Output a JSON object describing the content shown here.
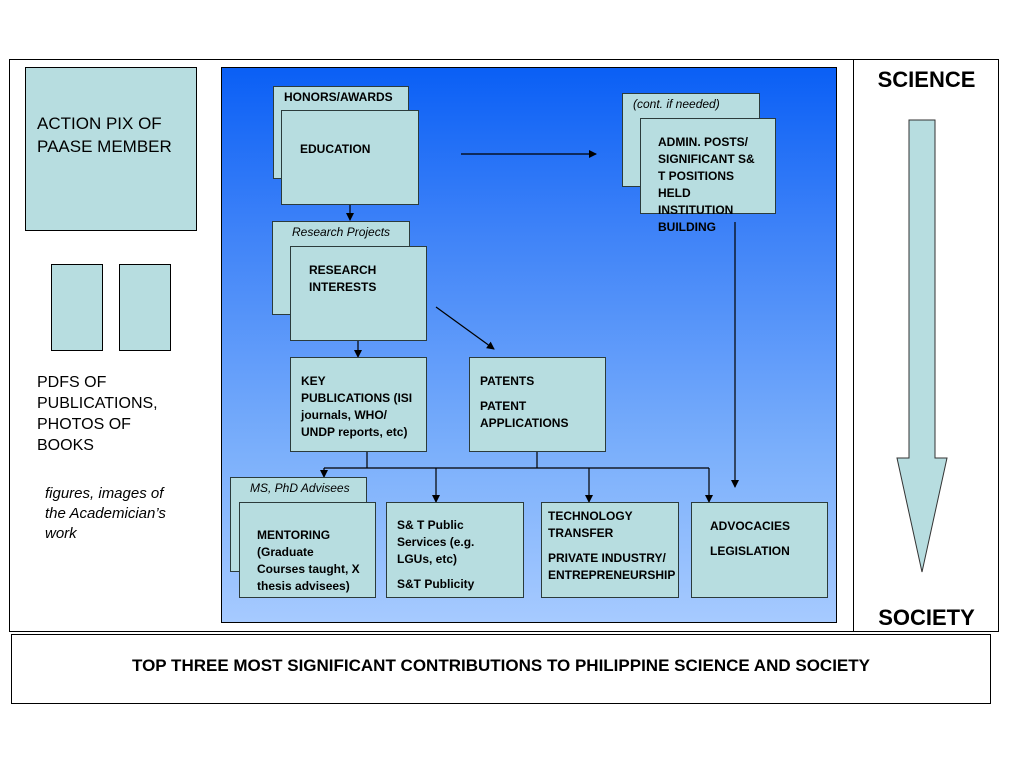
{
  "left": {
    "photo_label": "ACTION PIX OF PAASE MEMBER",
    "pdfs_label": "PDFS OF PUBLICATIONS, PHOTOS OF BOOKS",
    "figures_label": "figures, images of the Academician’s work"
  },
  "diagram": {
    "honors_tab": "HONORS/AWARDS",
    "education": "EDUCATION",
    "cont_tab": "(cont. if needed)",
    "admin": "ADMIN. POSTS/ SIGNIFICANT S& T POSITIONS HELD INSTITUTION BUILDING",
    "research_tab": "Research Projects",
    "research_interests": "RESEARCH INTERESTS",
    "key_publications": "KEY PUBLICATIONS (ISI journals, WHO/ UNDP reports, etc)",
    "patents_1": "PATENTS",
    "patents_2": "PATENT APPLICATIONS",
    "advisees_tab": "MS, PhD Advisees",
    "mentoring": "MENTORING (Graduate Courses taught, X thesis advisees)",
    "public_services_1": "S& T Public Services (e.g. LGUs, etc)",
    "public_services_2": "S&T Publicity",
    "tech_transfer_1": "TECHNOLOGY TRANSFER",
    "tech_transfer_2": "PRIVATE INDUSTRY/ ENTREPRENEURSHIP",
    "advocacies_1": "ADVOCACIES",
    "advocacies_2": "LEGISLATION"
  },
  "right": {
    "top_label": "SCIENCE",
    "bottom_label": "SOCIETY"
  },
  "footer": {
    "title": "TOP THREE MOST SIGNIFICANT CONTRIBUTIONS TO PHILIPPINE SCIENCE AND SOCIETY"
  },
  "colors": {
    "box_fill": "#b7dde0",
    "panel_top": "#0a5ff5",
    "panel_bottom": "#a6caff"
  }
}
